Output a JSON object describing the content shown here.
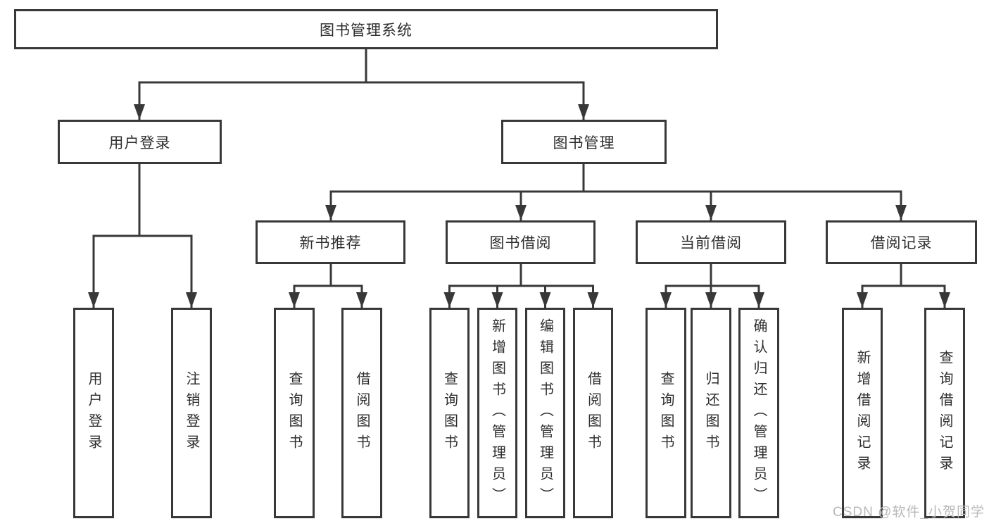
{
  "diagram": {
    "title_node": "图书管理系统",
    "colors": {
      "line": "#383838",
      "box_border": "#383838",
      "text": "#2e2e2e",
      "watermark": "#b9b9b9",
      "background": "#ffffff"
    },
    "nodes": {
      "root": "图书管理系统",
      "user_login": "用户登录",
      "book_management": "图书管理",
      "new_book_recommend": "新书推荐",
      "book_borrowing": "图书借阅",
      "current_borrowing": "当前借阅",
      "borrowing_records": "借阅记录",
      "leaf_user_login": "用户登录",
      "leaf_logout": "注销登录",
      "leaf_query_books_recommend": "查询图书",
      "leaf_borrow_books_recommend": "借阅图书",
      "leaf_query_books_borrowing": "查询图书",
      "leaf_add_books_admin": "新增图书（管理员）",
      "leaf_edit_books_admin": "编辑图书（管理员）",
      "leaf_borrow_books_borrowing": "借阅图书",
      "leaf_query_books_current": "查询图书",
      "leaf_return_books": "归还图书",
      "leaf_confirm_return_admin": "确认归还（管理员）",
      "leaf_add_borrow_record": "新增借阅记录",
      "leaf_query_borrow_record": "查询借阅记录"
    },
    "hierarchy_note": {
      "root_children": [
        "用户登录",
        "图书管理"
      ],
      "user_login_children": [
        "用户登录",
        "注销登录"
      ],
      "book_management_children": [
        "新书推荐",
        "图书借阅",
        "当前借阅",
        "借阅记录"
      ],
      "new_book_recommend_children": [
        "查询图书",
        "借阅图书"
      ],
      "book_borrowing_children": [
        "查询图书",
        "新增图书（管理员）",
        "编辑图书（管理员）",
        "借阅图书"
      ],
      "current_borrowing_children": [
        "查询图书",
        "归还图书",
        "确认归还（管理员）"
      ],
      "borrowing_records_children": [
        "新增借阅记录",
        "查询借阅记录"
      ]
    }
  },
  "watermark": "CSDN @软件_小贺同学"
}
